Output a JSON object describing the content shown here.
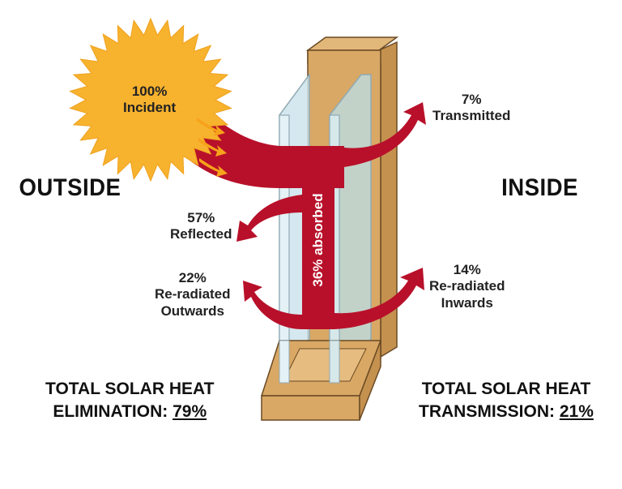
{
  "labels": {
    "outside": "OUTSIDE",
    "inside": "INSIDE",
    "absorbed": "36% absorbed"
  },
  "flows": {
    "incident": {
      "pct": "100%",
      "text": "Incident"
    },
    "transmitted": {
      "pct": "7%",
      "text": "Transmitted"
    },
    "reflected": {
      "pct": "57%",
      "text": "Reflected"
    },
    "reradiated_out": {
      "pct": "22%",
      "line1": "Re-radiated",
      "line2": "Outwards"
    },
    "reradiated_in": {
      "pct": "14%",
      "line1": "Re-radiated",
      "line2": "Inwards"
    }
  },
  "totals": {
    "elimination": {
      "line1": "TOTAL SOLAR HEAT",
      "line2": "ELIMINATION:",
      "value": "79%"
    },
    "transmission": {
      "line1": "TOTAL SOLAR HEAT",
      "line2": "TRANSMISSION:",
      "value": "21%"
    }
  },
  "colors": {
    "sun": "#F7B22E",
    "sun_arrows": "#F7A21B",
    "heat_band": "#B8102A",
    "frame_front": "#D9A865",
    "frame_side": "#C4914F",
    "frame_edge": "#6B4A24",
    "glass": "#CFE4EC",
    "glass_edge": "#8FA9B3"
  }
}
